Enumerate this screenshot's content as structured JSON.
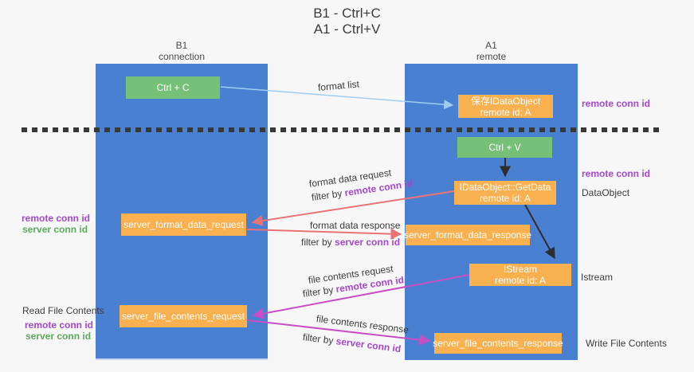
{
  "title": {
    "line1": "B1 - Ctrl+C",
    "line2": "A1 - Ctrl+V"
  },
  "columns": {
    "left": {
      "header_line1": "B1",
      "header_line2": "connection"
    },
    "right": {
      "header_line1": "A1",
      "header_line2": "remote"
    }
  },
  "boxes": {
    "ctrl_c": "Ctrl + C",
    "ctrl_v": "Ctrl + V",
    "save_idataobject": {
      "line1": "保存IDataObject",
      "line2": "remote id: A"
    },
    "getdata": {
      "line1": "IDataObject::GetData",
      "line2": "remote id: A"
    },
    "istream": {
      "line1": "IStream",
      "line2": "remote id: A"
    },
    "server_format_data_request": "server_format_data_request",
    "server_format_data_response": "server_format_data_response",
    "server_file_contents_request": "server_file_contents_request",
    "server_file_contents_response": "server_file_contents_response"
  },
  "flow_labels": {
    "format_list": "format list",
    "format_data_request": "format data request",
    "format_data_response": "format data response",
    "file_contents_request": "file contents request",
    "file_contents_response": "file contents response",
    "filter_by": "filter by ",
    "remote_conn_id": "remote conn id",
    "server_conn_id": "server conn id"
  },
  "annotations": {
    "remote_conn_id": "remote conn id",
    "server_conn_id": "server conn id",
    "dataobject": "DataObject",
    "istream": "Istream",
    "read_file_contents": "Read File Contents",
    "write_file_contents": "Write File Contents"
  },
  "colors": {
    "column_blue": "#4a80d2",
    "box_green": "#76c177",
    "box_orange": "#f9b04f",
    "arrow_light_blue": "#9ecdf1",
    "arrow_salmon": "#e87474",
    "arrow_magenta": "#c94ec4",
    "arrow_black": "#2e2e2e",
    "text_purple": "#a348c9",
    "text_green": "#5cab5c"
  }
}
